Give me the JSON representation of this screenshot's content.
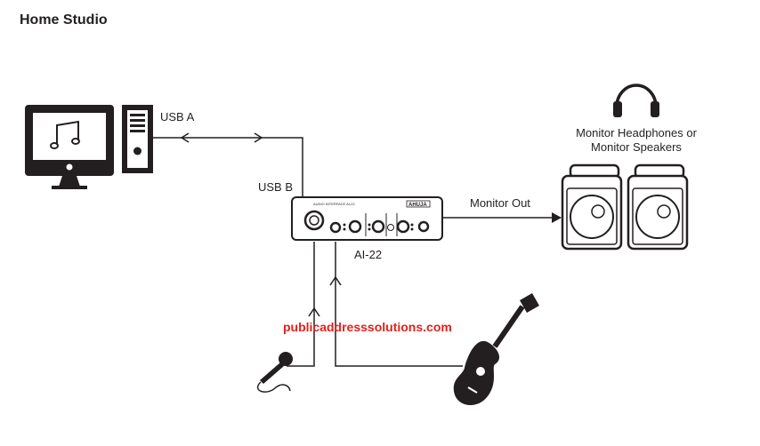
{
  "title": "Home Studio",
  "labels": {
    "usb_a": "USB A",
    "usb_b": "USB B",
    "monitor_out": "Monitor Out",
    "device": "AI-22",
    "monitor_line1": "Monitor Headphones or",
    "monitor_line2": "Monitor Speakers",
    "watermark": "publicaddresssolutions.com"
  },
  "device_panel": {
    "model_text": "AUDIO INTERFACE AI-22",
    "brand": "AHUJA"
  },
  "icons": [
    "computer-monitor-music-icon",
    "pc-tower-icon",
    "audio-interface-icon",
    "headphones-icon",
    "speaker-icon",
    "microphone-icon",
    "guitar-icon"
  ],
  "colors": {
    "line": "#231f20",
    "watermark": "#e3211b"
  }
}
